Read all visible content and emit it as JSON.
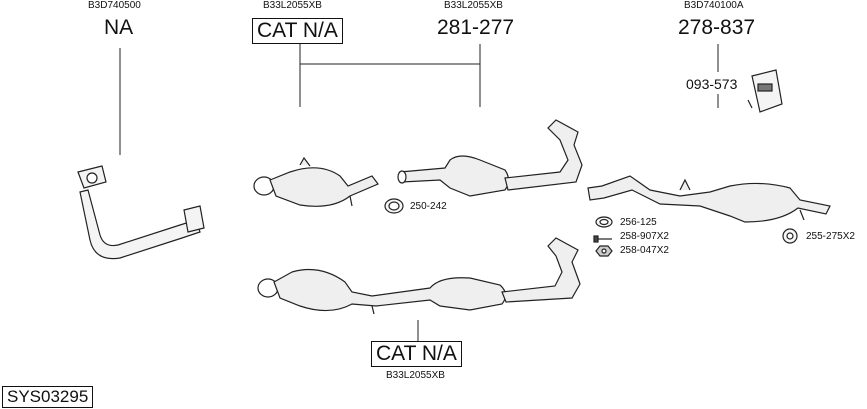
{
  "header_codes": {
    "col1": "B3D740500",
    "col2": "B33L2055XB",
    "col3": "B33L2055XB",
    "col4": "B3D740100A"
  },
  "labels": {
    "na": "NA",
    "cat_top": "CAT N/A",
    "part_281": "281-277",
    "part_278": "278-837",
    "part_093": "093-573",
    "clamp_250": "250-242",
    "gasket_256": "256-125",
    "bolt_258a": "258-907X2",
    "nut_258b": "258-047X2",
    "hanger_255": "255-275X2",
    "cat_bottom": "CAT N/A",
    "bottom_code": "B33L2055XB",
    "system_id": "SYS03295"
  }
}
